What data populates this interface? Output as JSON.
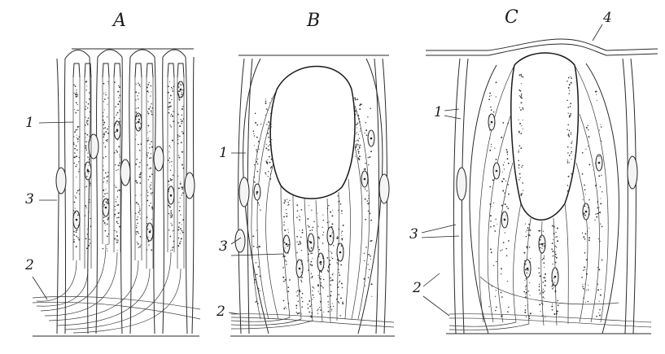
{
  "panels": [
    {
      "letter": "A",
      "labels": [
        "1",
        "3",
        "2"
      ]
    },
    {
      "letter": "B",
      "labels": [
        "1",
        "3",
        "2"
      ]
    },
    {
      "letter": "C",
      "labels": [
        "4",
        "1",
        "3",
        "2"
      ]
    }
  ]
}
